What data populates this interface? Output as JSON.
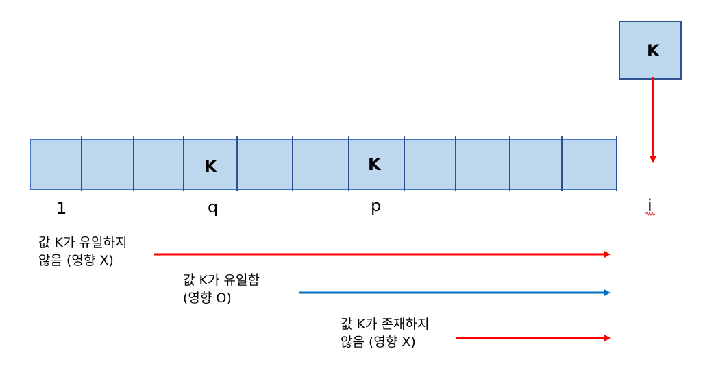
{
  "array": {
    "cells": [
      "",
      "",
      "",
      "K",
      "",
      "",
      "K",
      "",
      "",
      "",
      ""
    ],
    "index_labels": {
      "first": "1",
      "q": "q",
      "p": "p",
      "i": "i"
    }
  },
  "new_element": {
    "value": "K"
  },
  "cases": [
    {
      "line1": "값 K가 유일하지",
      "line2": "않음 (영향 X)",
      "color": "#ff0000"
    },
    {
      "line1": "값 K가 유일함",
      "line2": "(영향 O)",
      "color": "#0070c0"
    },
    {
      "line1": "값 K가 존재하지",
      "line2": "않음 (영향 X)",
      "color": "#ff0000"
    }
  ]
}
